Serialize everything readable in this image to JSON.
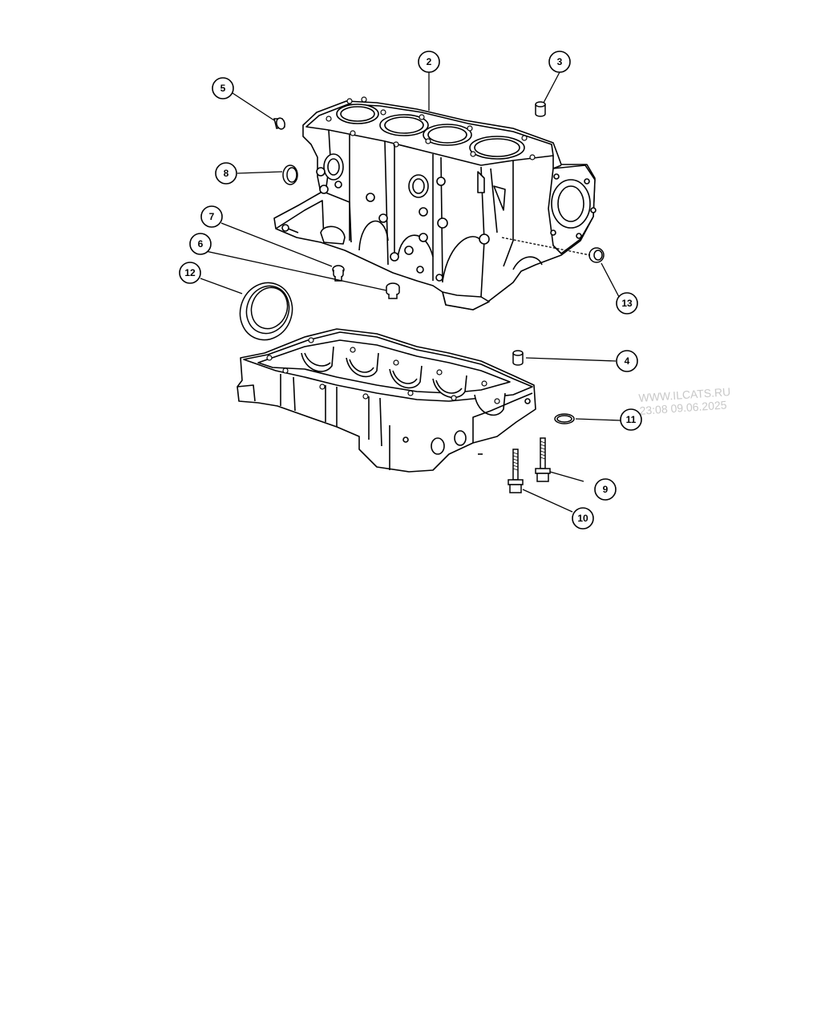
{
  "callouts": [
    "2",
    "3",
    "4",
    "5",
    "6",
    "7",
    "8",
    "9",
    "10",
    "11",
    "12",
    "13"
  ],
  "watermark": {
    "site": "WWW.ILCATS.RU",
    "timestamp": "23:08 09.06.2025"
  }
}
